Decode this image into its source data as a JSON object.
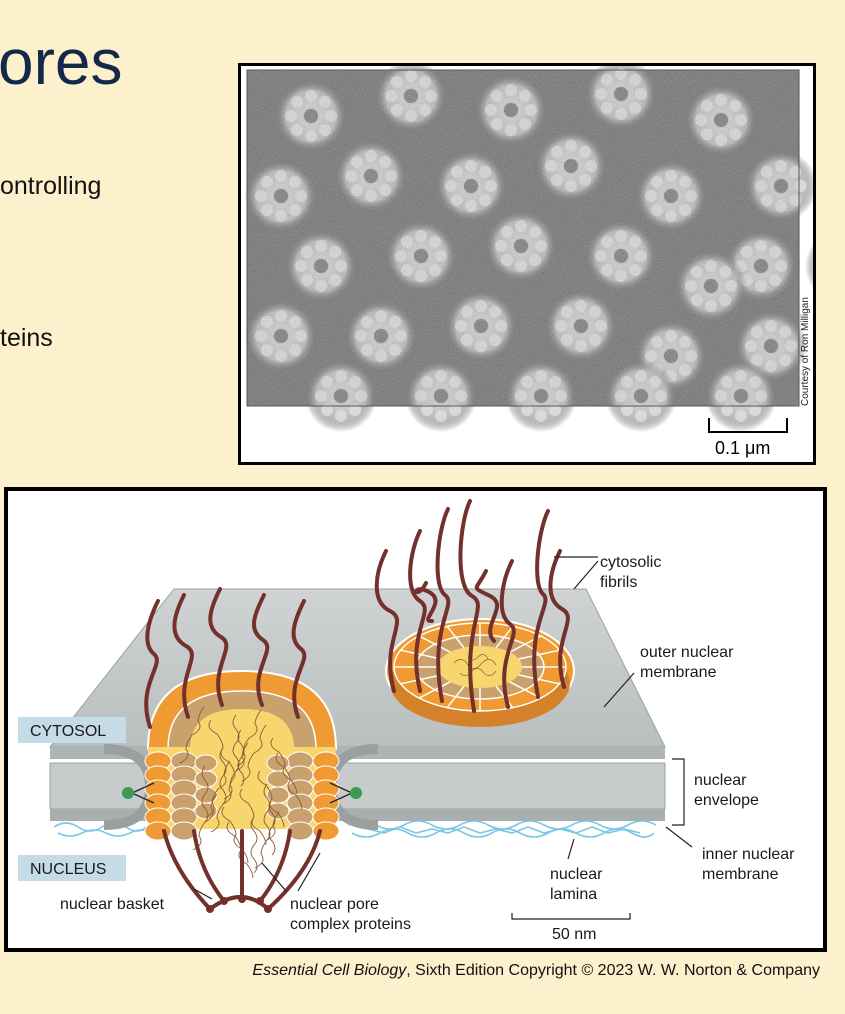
{
  "slide": {
    "title_fragment": "ores",
    "bullets": [
      "ontrolling",
      "teins"
    ]
  },
  "micrograph": {
    "credit": "Courtesy of Ron Milligan",
    "scale_label": "0.1 μm"
  },
  "diagram": {
    "labels": {
      "cytosolic_fibrils_1": "cytosolic",
      "cytosolic_fibrils_2": "fibrils",
      "outer_membrane_1": "outer nuclear",
      "outer_membrane_2": "membrane",
      "cytosol": "CYTOSOL",
      "nucleus": "NUCLEUS",
      "nuclear_envelope_1": "nuclear",
      "nuclear_envelope_2": "envelope",
      "inner_membrane_1": "inner nuclear",
      "inner_membrane_2": "membrane",
      "nuclear_lamina_1": "nuclear",
      "nuclear_lamina_2": "lamina",
      "nuclear_basket": "nuclear basket",
      "pore_proteins_1": "nuclear pore",
      "pore_proteins_2": "complex proteins",
      "scale_bar": "50 nm"
    },
    "colors": {
      "membrane": "#c3c8c8",
      "orange": "#ef9a32",
      "tan": "#c9a16c",
      "yellow": "#f8d66e",
      "fibril": "#74312c",
      "lamina": "#7cc6e8",
      "anchor": "#3c9a52"
    }
  },
  "caption": {
    "book": "Essential Cell Biology",
    "rest": ", Sixth Edition Copyright © 2023 W. W. Norton & Company"
  }
}
